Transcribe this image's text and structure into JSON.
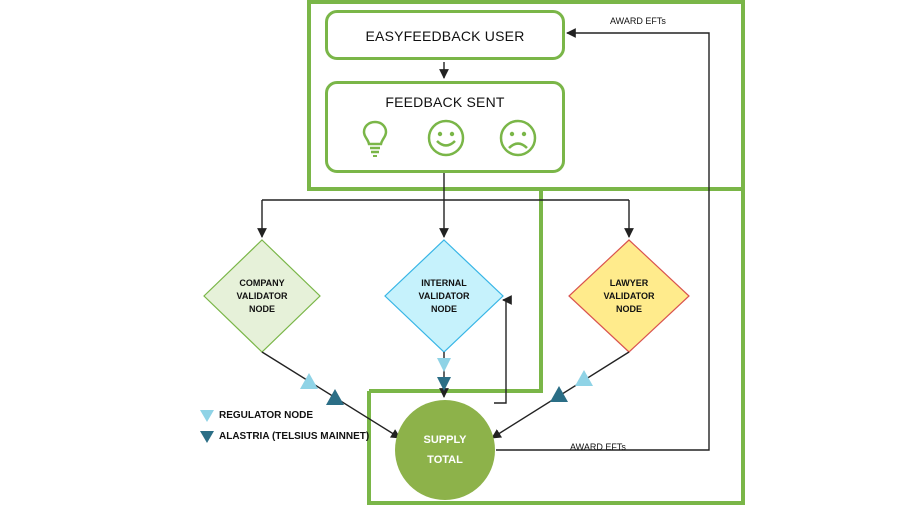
{
  "user_box": {
    "label": "EASYFEEDBACK USER"
  },
  "feedback_box": {
    "label": "FEEDBACK SENT",
    "icons": [
      "lightbulb-icon",
      "smiley-happy-icon",
      "smiley-sad-icon"
    ]
  },
  "nodes": {
    "company": {
      "line1": "COMPANY",
      "line2": "VALIDATOR",
      "line3": "NODE"
    },
    "internal": {
      "line1": "INTERNAL",
      "line2": "VALIDATOR",
      "line3": "NODE"
    },
    "lawyer": {
      "line1": "LAWYER",
      "line2": "VALIDATOR",
      "line3": "NODE"
    }
  },
  "supply": {
    "line1": "SUPPLY",
    "line2": "TOTAL"
  },
  "award_top": "AWARD EFTs",
  "award_bottom": "AWARD EFTs",
  "legend": [
    {
      "label": "REGULATOR NODE",
      "color": "#8fd3e6"
    },
    {
      "label": "ALASTRIA (TELSIUS MAINNET)",
      "color": "#2b6e86"
    }
  ],
  "colors": {
    "accent_green": "#7ab648",
    "supply_fill": "#8db24a",
    "company_fill": "#e6f1d9",
    "internal_fill": "#c6f2fc",
    "lawyer_fill": "#ffeb8c",
    "lawyer_border": "#d9534f"
  }
}
